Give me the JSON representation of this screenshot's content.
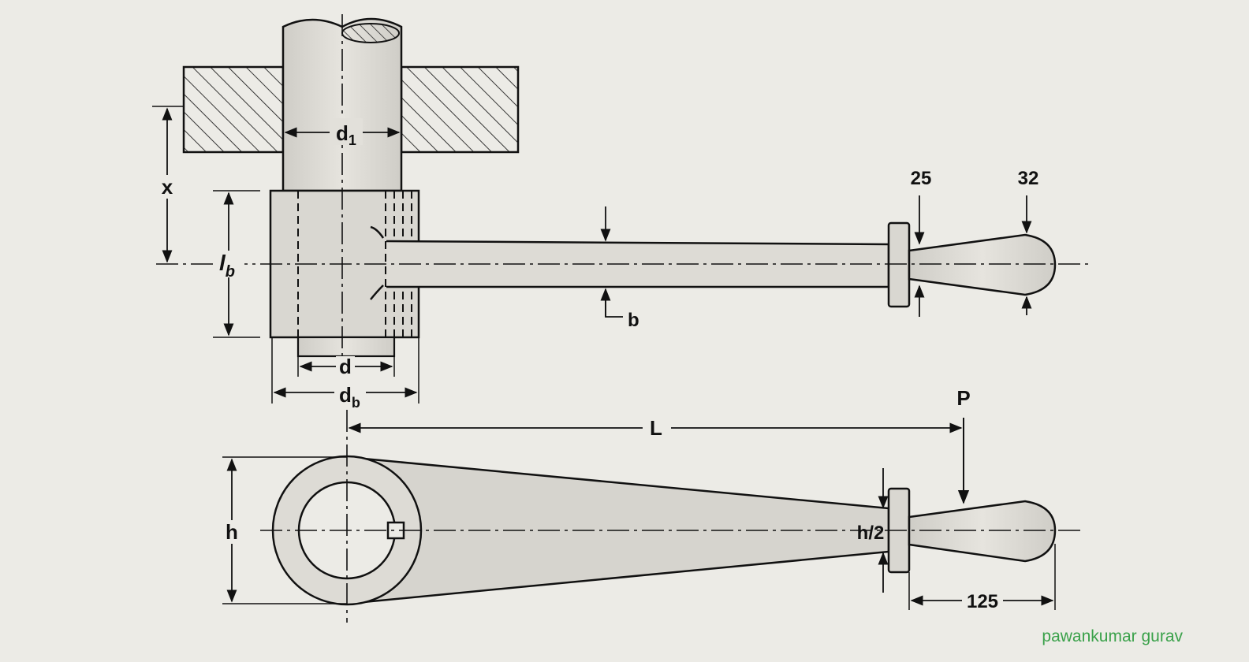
{
  "title": "",
  "labels": {
    "x": "x",
    "d1_base": "d",
    "d1_sub": "1",
    "lb_base": "l",
    "lb_sub": "b",
    "d": "d",
    "db_base": "d",
    "db_sub": "b",
    "b": "b",
    "dim_25": "25",
    "dim_32": "32",
    "P": "P",
    "L": "L",
    "h": "h",
    "h2": "h/2",
    "dim_125": "125"
  },
  "watermark": "pawankumar gurav",
  "colors": {
    "ink": "#111111",
    "paper": "#ecebe6",
    "part": "#dcdad4",
    "hatch": "#222222",
    "watermark": "#3aa14a"
  }
}
